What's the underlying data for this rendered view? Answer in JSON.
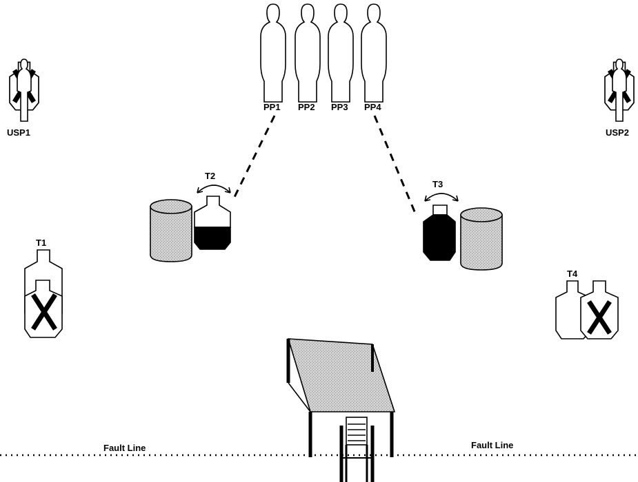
{
  "labels": {
    "pp1": "PP1",
    "pp2": "PP2",
    "pp3": "PP3",
    "pp4": "PP4",
    "usp1": "USP1",
    "usp2": "USP2",
    "t1": "T1",
    "t2": "T2",
    "t3": "T3",
    "t4": "T4",
    "fault_left": "Fault Line",
    "fault_right": "Fault Line"
  },
  "colors": {
    "ink": "#000000",
    "barrel_fill": "#bdbdbd",
    "background": "#ffffff"
  }
}
